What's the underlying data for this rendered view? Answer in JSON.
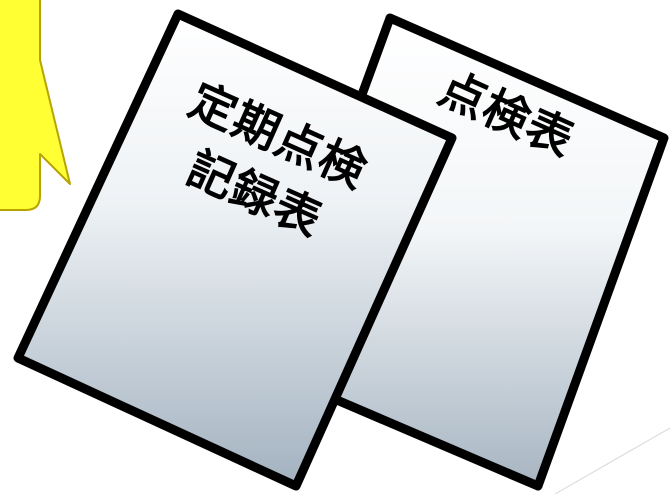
{
  "documents": {
    "back": {
      "title": "点検表"
    },
    "front": {
      "title_line1": "定期点検",
      "title_line2": "記録表"
    }
  },
  "colors": {
    "callout_fill": "#ffff33",
    "callout_stroke": "#b8a400",
    "paper_top": "#ffffff",
    "paper_bottom": "#a7b5c2",
    "paper_border": "#000000",
    "decor_line": "#d8d8d8"
  }
}
